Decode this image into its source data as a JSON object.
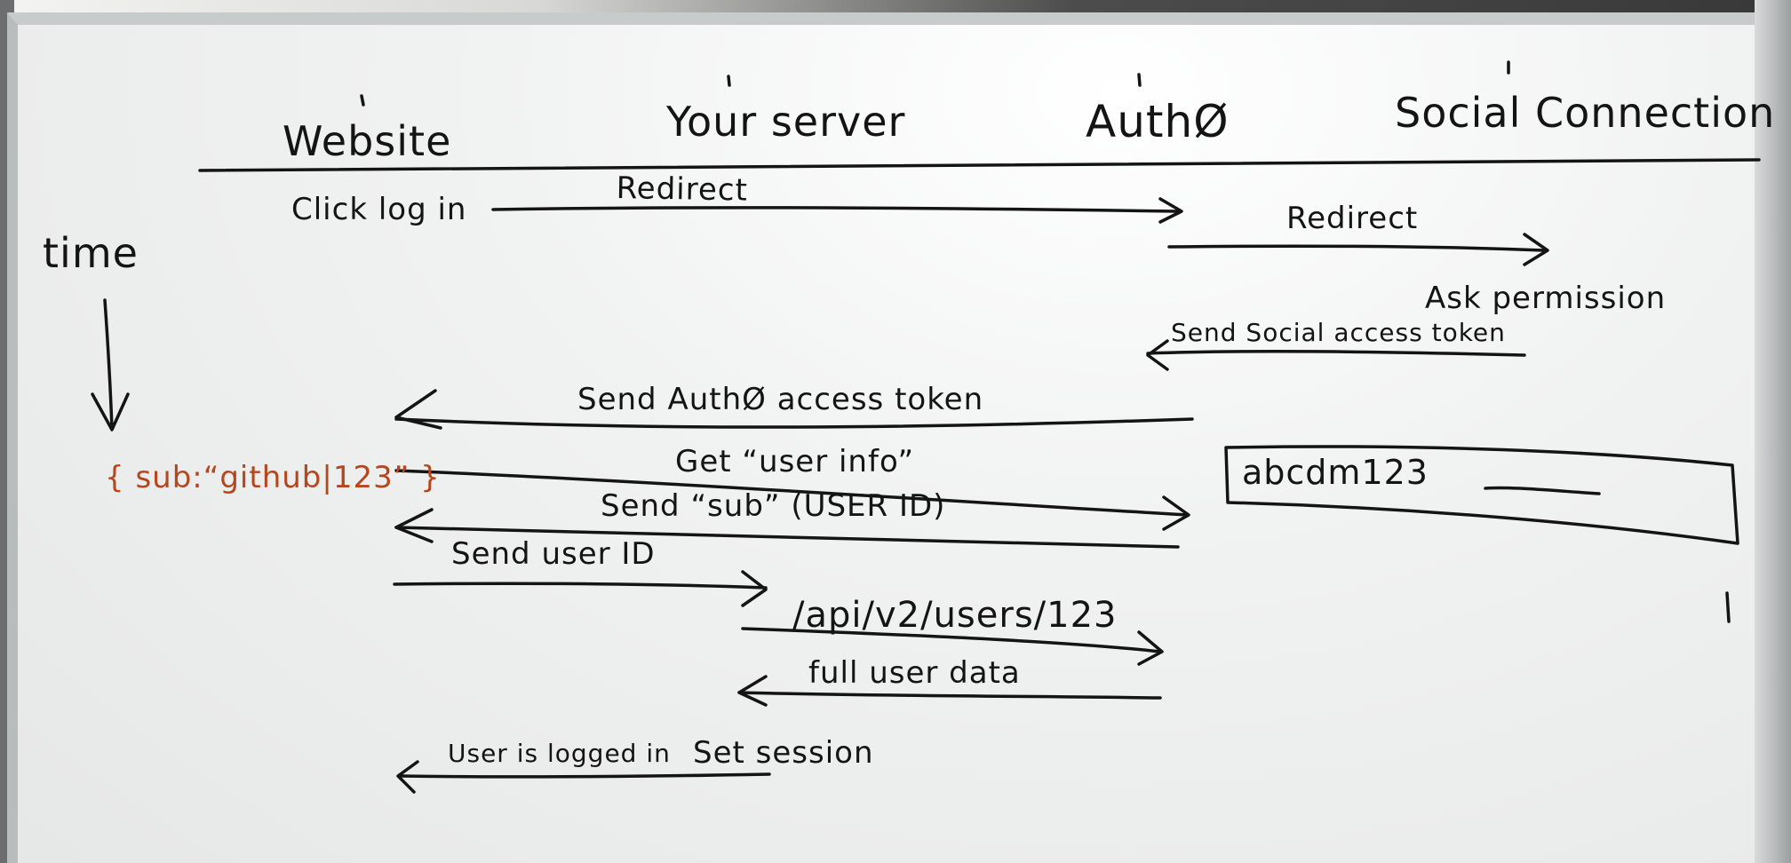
{
  "columns": {
    "website": "Website",
    "your_server": "Your server",
    "auth0": "AuthØ",
    "social": "Social Connection"
  },
  "time_label": "time",
  "messages": {
    "click_login": "Click log in",
    "redirect_1": "Redirect",
    "redirect_2": "Redirect",
    "ask_permission": "Ask permission",
    "send_social_token": "Send Social access token",
    "send_auth0_token": "Send AuthØ access token",
    "get_user_info": "Get “user info”",
    "send_sub": "Send “sub” (USER ID)",
    "send_user_id": "Send user ID",
    "api_users": "/api/v2/users/123",
    "full_user_data": "full user data",
    "set_session": "Set session",
    "user_logged_in": "User is logged in"
  },
  "token_box_text": "abcdm123",
  "sub_note": "{ sub:“github|123” }",
  "colors": {
    "ink": "#141414",
    "orange_ink": "#b5471f",
    "board": "#eef0f0"
  }
}
